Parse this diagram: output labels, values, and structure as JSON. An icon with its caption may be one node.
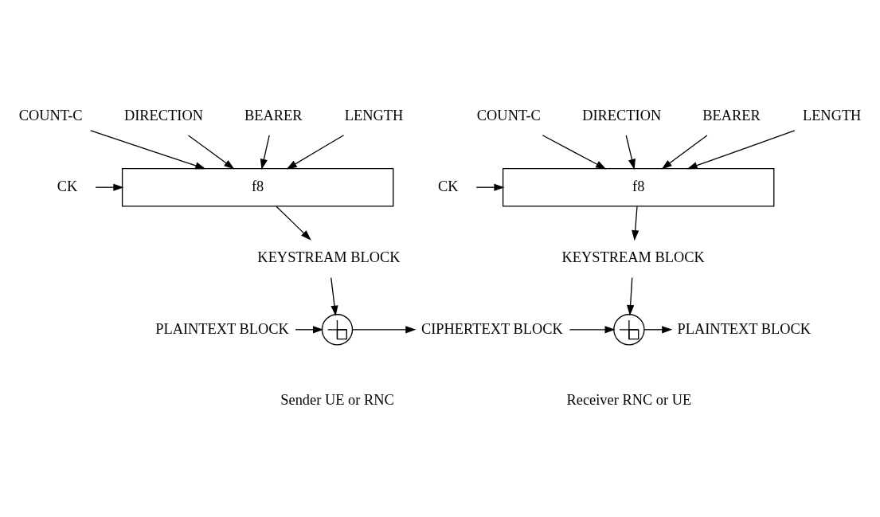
{
  "diagram": {
    "nodes": [
      {
        "text": [
          "COUNT-C"
        ]
      },
      {
        "text": [
          "DIRECTION"
        ]
      },
      {
        "text": [
          "BEARER"
        ]
      },
      {
        "text": [
          "LENGTH"
        ]
      },
      {
        "text": [
          "CK"
        ]
      },
      {
        "text": [
          "f8"
        ]
      },
      {
        "text": [
          "KEYSTREAM BLOCK"
        ]
      },
      {
        "text": [],
        "shape": "circle"
      },
      {
        "text": [
          "PLAINTEXT BLOCK"
        ]
      },
      {
        "text": [
          "CIPHERTEXT BLOCK"
        ]
      },
      {
        "text": [
          "COUNT-C"
        ]
      },
      {
        "text": [
          "DIRECTION"
        ]
      },
      {
        "text": [
          "BEARER"
        ]
      },
      {
        "text": [
          "LENGTH"
        ]
      },
      {
        "text": [
          "CK"
        ]
      },
      {
        "text": [
          "f8"
        ]
      },
      {
        "text": [
          "KEYSTREAM BLOCK"
        ]
      },
      {
        "text": [],
        "shape": "circle"
      },
      {
        "text": [
          "PLAINTEXT BLOCK"
        ]
      }
    ],
    "edges": [
      {
        "from": 0,
        "to": 5,
        "arrow": "to"
      },
      {
        "from": 1,
        "to": 5,
        "arrow": "to"
      },
      {
        "from": 2,
        "to": 5,
        "arrow": "to"
      },
      {
        "from": 3,
        "to": 5,
        "arrow": "to"
      },
      {
        "from": 4,
        "to": 5,
        "arrow": "to"
      },
      {
        "from": 5,
        "to": 6,
        "arrow": "to"
      },
      {
        "from": 6,
        "to": 7,
        "arrow": "to"
      },
      {
        "from": 8,
        "to": 7,
        "arrow": "to"
      },
      {
        "from": 7,
        "to": 9,
        "arrow": "to"
      },
      {
        "from": 10,
        "to": 15,
        "arrow": "to"
      },
      {
        "from": 11,
        "to": 15,
        "arrow": "to"
      },
      {
        "from": 12,
        "to": 15,
        "arrow": "to"
      },
      {
        "from": 13,
        "to": 15,
        "arrow": "to"
      },
      {
        "from": 14,
        "to": 15,
        "arrow": "to"
      },
      {
        "from": 15,
        "to": 16,
        "arrow": "to"
      },
      {
        "from": 16,
        "to": 17,
        "arrow": "to"
      },
      {
        "from": 9,
        "to": 17,
        "arrow": "to"
      },
      {
        "from": 17,
        "to": 18,
        "arrow": "to"
      }
    ],
    "labels": [
      "Sender UE or RNC",
      "Receiver RNC or UE"
    ]
  }
}
